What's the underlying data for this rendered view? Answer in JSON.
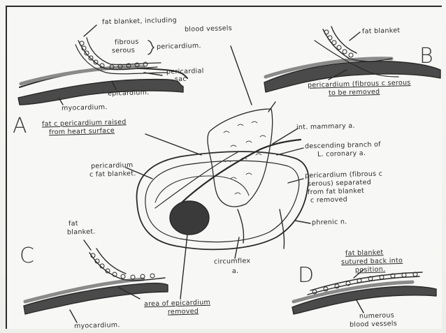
{
  "panels": {
    "A": "A",
    "B": "B",
    "C": "C",
    "D": "D"
  },
  "panel_a": {
    "fat_blanket_line1": "fat blanket, including",
    "fat_blanket_line2": "blood vessels",
    "fibrous": "fibrous",
    "serous": "serous",
    "pericardium": "pericardium.",
    "pericardial_sac_line1": "pericardial",
    "pericardial_sac_line2": "sac",
    "epicardium": "epicardium.",
    "myocardium": "myocardium.",
    "raised_line1": "fat c pericardium raised",
    "raised_line2": "from heart surface"
  },
  "panel_b": {
    "fat_blanket": "fat blanket",
    "removed_line1": "pericardium (fibrous c serous",
    "removed_line2": "to be removed"
  },
  "center": {
    "int_mammary": "int. mammary a.",
    "descending_line1": "descending branch of",
    "descending_line2": "L. coronary a.",
    "pericardium_fat_line1": "pericardium",
    "pericardium_fat_line2": "c fat blanket.",
    "separated_line1": "pericardium (fibrous c",
    "separated_line2": "serous) separated",
    "separated_line3": "from fat blanket",
    "separated_line4": "c removed",
    "phrenic": "phrenic n.",
    "circumflex_line1": "circumflex",
    "circumflex_line2": "a."
  },
  "panel_c": {
    "fat_blanket_line1": "fat",
    "fat_blanket_line2": "blanket.",
    "epicardium_line1": "area of epicardium",
    "epicardium_line2": "removed",
    "myocardium": "myocardium."
  },
  "panel_d": {
    "sutured_line1": "fat blanket",
    "sutured_line2": "sutured back into",
    "sutured_line3": "position.",
    "vessels_line1": "numerous",
    "vessels_line2": "blood vessels"
  },
  "colors": {
    "ink": "#2a2a2a",
    "paper": "#f7f7f5"
  }
}
